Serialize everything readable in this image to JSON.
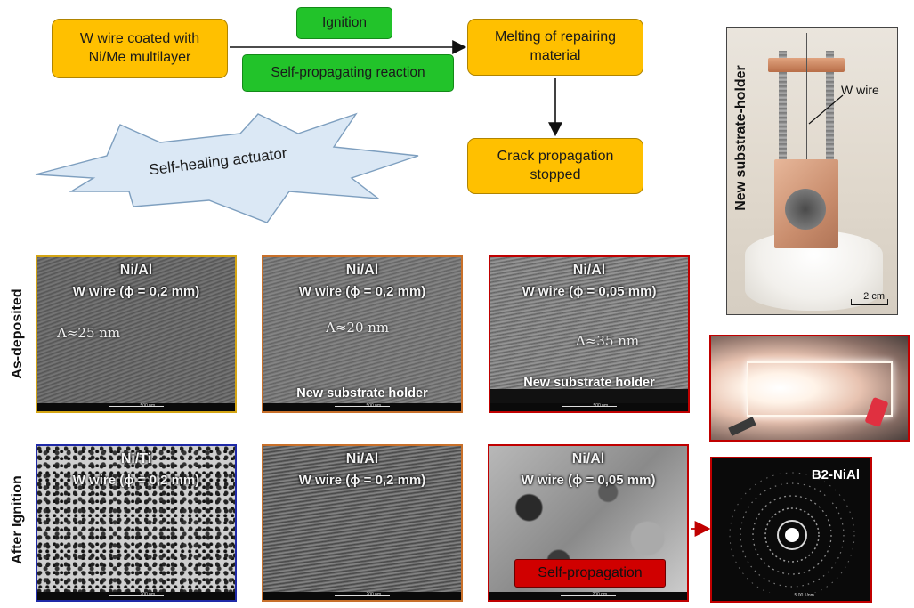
{
  "flow": {
    "start": "W wire coated with\nNi/Me multilayer",
    "ignition": "Ignition",
    "reaction": "Self-propagating reaction",
    "melting": "Melting of repairing\nmaterial",
    "crack": "Crack propagation\nstopped",
    "actuator": "Self-healing actuator"
  },
  "photo": {
    "title": "New substrate-holder",
    "wire_label": "W wire",
    "scale": "2 cm"
  },
  "rows": {
    "as_deposited": "As-deposited",
    "after_ignition": "After Ignition"
  },
  "panels": {
    "p1": {
      "material": "Ni/Al",
      "wire": "W wire (ϕ = 0,2 mm)",
      "period": "Λ≈25 nm",
      "scale": "500 nm"
    },
    "p2": {
      "material": "Ni/Al",
      "wire": "W wire (ϕ = 0,2 mm)",
      "period": "Λ≈20 nm",
      "note": "New substrate holder",
      "scale": "500 nm"
    },
    "p3": {
      "material": "Ni/Al",
      "wire": "W wire (ϕ = 0,05 mm)",
      "period": "Λ≈35 nm",
      "note": "New substrate holder",
      "scale": "500 nm"
    },
    "p4": {
      "material": "Ni/Ti",
      "wire": "W wire (ϕ = 0,2 mm)",
      "scale": "200 nm"
    },
    "p5": {
      "material": "Ni/Al",
      "wire": "W wire (ϕ = 0,2 mm)",
      "scale": "200 nm"
    },
    "p6": {
      "material": "Ni/Al",
      "wire": "W wire (ϕ = 0,05 mm)",
      "badge": "Self-propagation",
      "scale": "200 nm"
    },
    "diffraction": {
      "label": "B2-NiAl",
      "scale": "5.00 1/nm"
    }
  },
  "colors": {
    "flow_box": "#ffc000",
    "flow_label": "#22c32a",
    "frame_yellow": "#d4a514",
    "frame_orange": "#c8702a",
    "frame_red": "#c00000",
    "frame_blue": "#1f2aa8"
  }
}
